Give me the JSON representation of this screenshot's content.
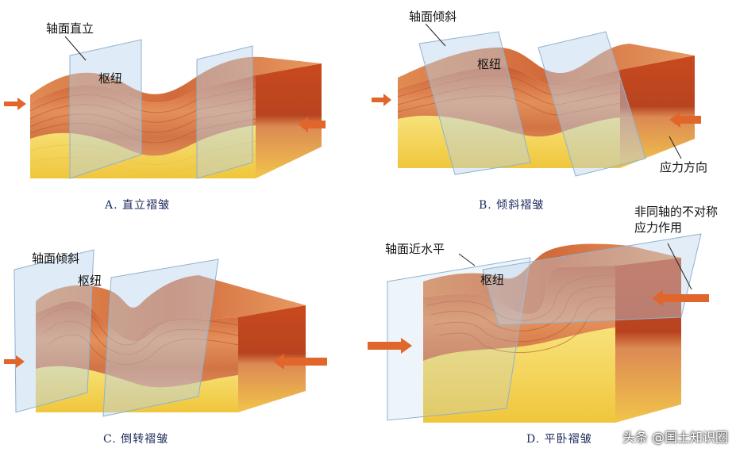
{
  "panels": {
    "a": {
      "axial_label": "轴面直立",
      "hinge_label": "枢纽",
      "caption": "A.  直立褶皱"
    },
    "b": {
      "axial_label": "轴面倾斜",
      "hinge_label": "枢纽",
      "caption": "B.  倾斜褶皱",
      "force_label": "应力方向"
    },
    "c": {
      "axial_label": "轴面倾斜",
      "hinge_label": "枢纽",
      "caption": "C.  倒转褶皱"
    },
    "d": {
      "axial_label": "轴面近水平",
      "hinge_label": "枢纽",
      "caption": "D.  平卧褶皱",
      "force_label_1": "非同轴的不对称",
      "force_label_2": "应力作用"
    }
  },
  "watermark": "头条 @国土知识圈",
  "colors": {
    "rock_top": "#d9733e",
    "rock_mid": "#c8562c",
    "rock_light": "#f0b07a",
    "sand": "#f4d85a",
    "plane": "#b9d3ea",
    "arrow": "#e0662c"
  }
}
